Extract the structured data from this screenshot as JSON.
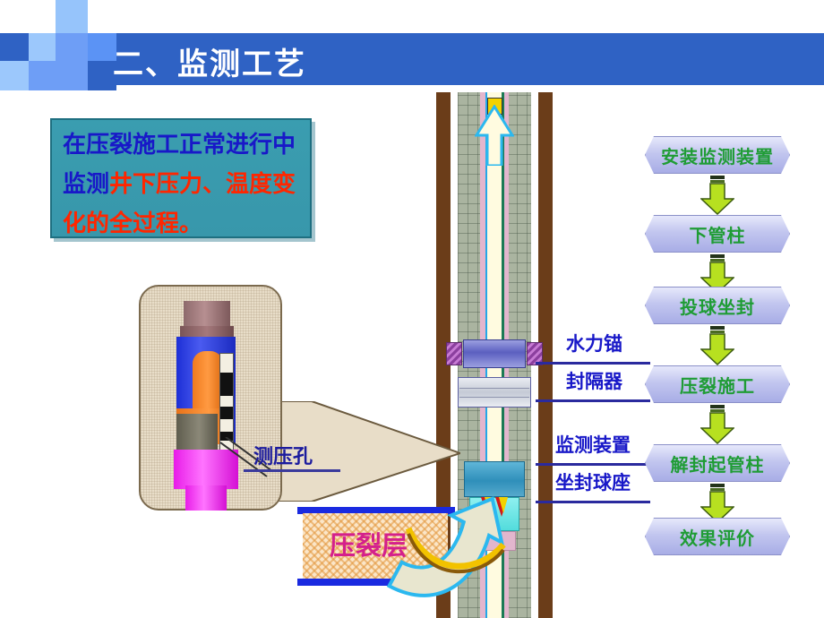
{
  "slide": {
    "title": "二、监测工艺"
  },
  "callout_box": {
    "line1_blue": "在压裂施工正常进行中",
    "line2_blue": "监测",
    "line2_red": "井下压力、温度变",
    "line3_red": "化的全过程。",
    "bg_color": "#3a9db0",
    "blue_color": "#1818c8",
    "red_color": "#ff2600"
  },
  "detail_image": {
    "label": "测压孔",
    "label_color": "#1b1b9e"
  },
  "well_labels": [
    {
      "text": "水力锚"
    },
    {
      "text": "封隔器"
    },
    {
      "text": "监测装置"
    },
    {
      "text": "坐封球座"
    }
  ],
  "fracture_layer": {
    "label": "压裂层",
    "label_color": "#d4208c"
  },
  "flowchart": {
    "node_text_color": "#1f9c35",
    "node_fill_color": "#c2c6ef",
    "arrow_color": "#b7e020",
    "nodes": [
      {
        "label": "安装监测装置"
      },
      {
        "label": "下管柱"
      },
      {
        "label": "投球坐封"
      },
      {
        "label": "压裂施工"
      },
      {
        "label": "解封起管柱"
      },
      {
        "label": "效果评价"
      }
    ]
  },
  "theme": {
    "header_band": "#2f62c4",
    "header_light": "#9cc8fc",
    "header_mid": "#6e9ef6",
    "title_color": "#ffffff"
  }
}
